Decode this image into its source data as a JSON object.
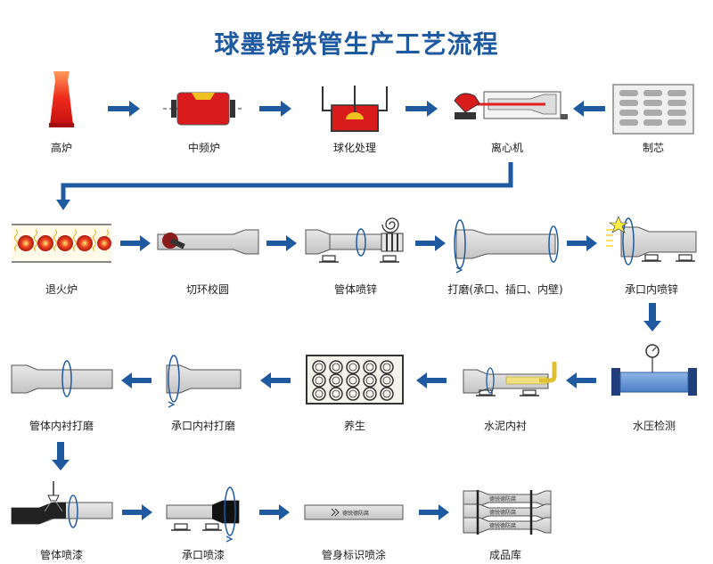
{
  "title": "球墨铸铁管生产工艺流程",
  "steps": [
    {
      "id": "gaolu",
      "label": "高炉"
    },
    {
      "id": "zhongpinlu",
      "label": "中频炉"
    },
    {
      "id": "qiuhua",
      "label": "球化处理"
    },
    {
      "id": "lixinji",
      "label": "离心机"
    },
    {
      "id": "zhixin",
      "label": "制芯"
    },
    {
      "id": "tuihuo",
      "label": "退火炉"
    },
    {
      "id": "qiehuan",
      "label": "切环校圆"
    },
    {
      "id": "guantipenxin",
      "label": "管体喷锌"
    },
    {
      "id": "damo",
      "label": "打磨(承口、插口、内壁)"
    },
    {
      "id": "chengkoupenxin",
      "label": "承口内喷锌"
    },
    {
      "id": "shuiya",
      "label": "水压检测"
    },
    {
      "id": "shuini",
      "label": "水泥内衬"
    },
    {
      "id": "yangsheng",
      "label": "养生"
    },
    {
      "id": "chengkoudamo",
      "label": "承口内衬打磨"
    },
    {
      "id": "guantidamo",
      "label": "管体内衬打磨"
    },
    {
      "id": "guantipenqi",
      "label": "管体喷漆"
    },
    {
      "id": "chengkoupenqi",
      "label": "承口喷漆"
    },
    {
      "id": "biaoshi",
      "label": "管身标识喷涂"
    },
    {
      "id": "chengpinku",
      "label": "成品库"
    }
  ],
  "pipe_mark": "德锐德防腐",
  "colors": {
    "arrow": "#1f5aa0",
    "title": "#1f5aa0",
    "furnace_red": "#e02020",
    "pipe_gray": "#d6d6d6",
    "pipe_blue": "#5b8fd0",
    "gold": "#f0c020"
  }
}
